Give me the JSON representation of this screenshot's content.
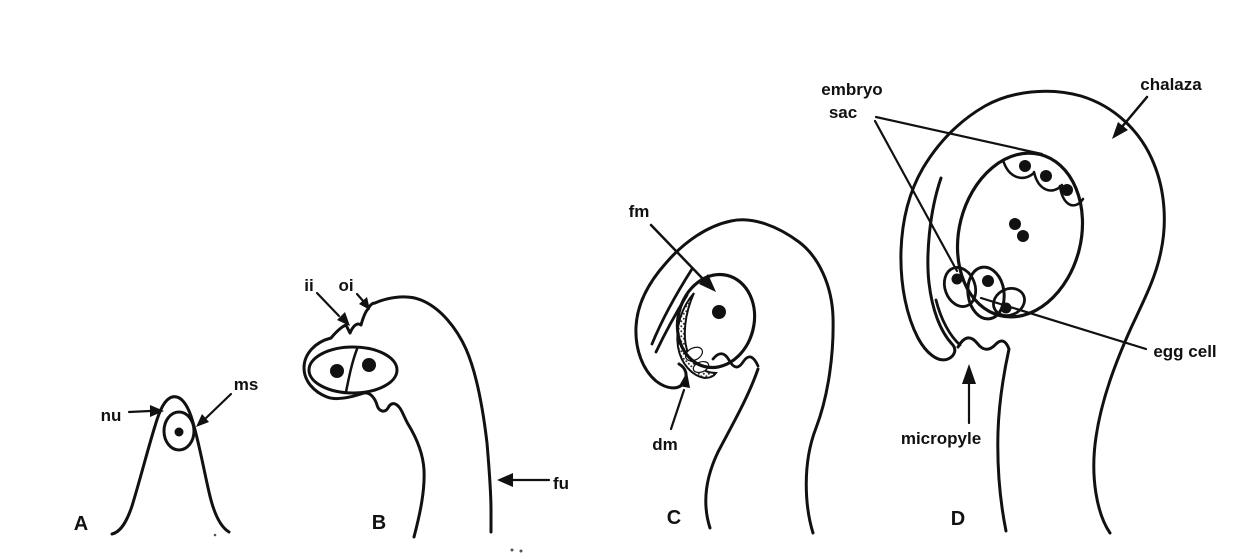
{
  "figure": {
    "panels": {
      "a": {
        "letter": "A",
        "labels": {
          "nu": "nu",
          "ms": "ms"
        }
      },
      "b": {
        "letter": "B",
        "labels": {
          "ii": "ii",
          "oi": "oi",
          "fu": "fu"
        }
      },
      "c": {
        "letter": "C",
        "labels": {
          "fm": "fm",
          "dm": "dm"
        }
      },
      "d": {
        "letter": "D",
        "labels": {
          "embryo_sac_line1": "embryo",
          "embryo_sac_line2": "sac",
          "chalaza": "chalaza",
          "egg_cell": "egg cell",
          "micropyle": "micropyle"
        }
      }
    },
    "colors": {
      "ink": "#111111",
      "background": "#ffffff"
    }
  }
}
